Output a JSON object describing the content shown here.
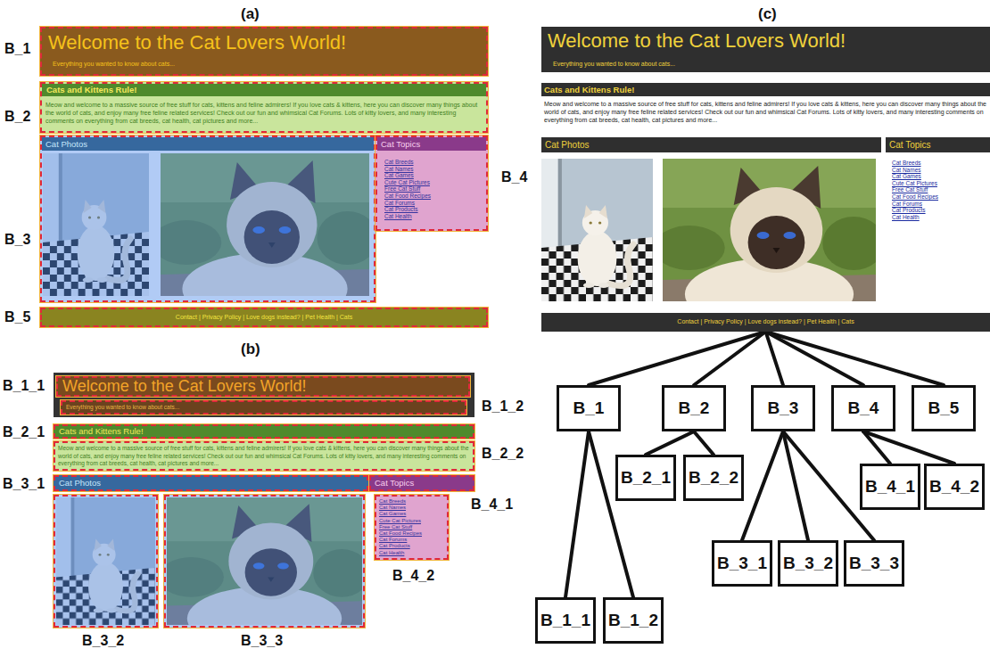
{
  "diagram": {
    "nodes": [
      {
        "text": [
          "B_1",
          "Welcome to the Cat Lovers World!",
          "Everything you wanted to know about cats..."
        ]
      },
      {
        "text": [
          "B_2",
          "Cats and Kittens Rule!",
          "Meow and welcome to a massive source of free stuff for cats, kittens and feline admirers! If you love cats & kittens, here you can discover many things about the world of cats, and enjoy many free feline related services! Check out our fun and whimsical Cat Forums. Lots of kitty lovers, and many interesting comments on everything from cat breeds, cat health, cat pictures and more..."
        ]
      },
      {
        "text": [
          "B_3",
          "Cat Photos"
        ]
      },
      {
        "text": [
          "B_4",
          "Cat Topics",
          "Cat Breeds",
          "Cat Names",
          "Cat Games",
          "Cute Cat Pictures",
          "Free Cat Stuff",
          "Cat Food Recipes",
          "Cat Forums",
          "Cat Products",
          "Cat Health"
        ]
      },
      {
        "text": [
          "B_5",
          "Contact | Privacy Policy | Love dogs instead? | Pet Health | Cats"
        ]
      },
      {
        "text": [
          "B_1_1",
          "Welcome to the Cat Lovers World!"
        ]
      },
      {
        "text": [
          "B_1_2",
          "Everything you wanted to know about cats..."
        ]
      },
      {
        "text": [
          "B_2_1",
          "Cats and Kittens Rule!"
        ]
      },
      {
        "text": [
          "B_2_2",
          "Meow and welcome to a massive source of free stuff for cats, kittens and feline admirers! If you love cats & kittens, here you can discover many things about the world of cats, and enjoy many free feline related services! Check out our fun and whimsical Cat Forums. Lots of kitty lovers, and many interesting comments on everything from cat breeds, cat health, cat pictures and more..."
        ]
      },
      {
        "text": [
          "B_3_1",
          "Cat Photos"
        ]
      },
      {
        "text": [
          "B_4_1",
          "Cat Topics"
        ]
      },
      {
        "text": [
          "B_3_2"
        ]
      },
      {
        "text": [
          "B_3_3"
        ]
      },
      {
        "text": [
          "B_4_2",
          "Cat Breeds",
          "Cat Names",
          "Cat Games",
          "Cute Cat Pictures",
          "Free Cat Stuff",
          "Cat Food Recipes",
          "Cat Forums",
          "Cat Products",
          "Cat Health"
        ]
      },
      {
        "text": [
          "Welcome to the Cat Lovers World!",
          "Everything you wanted to know about cats..."
        ]
      },
      {
        "text": [
          "Cats and Kittens Rule!"
        ]
      },
      {
        "text": [
          "Cat Photos"
        ]
      },
      {
        "text": [
          "Cat Topics"
        ]
      },
      {
        "text": [
          "Contact | Privacy Policy | Love dogs instead? | Pet Health | Cats"
        ]
      },
      {
        "text": [
          "B_1"
        ]
      },
      {
        "text": [
          "B_2"
        ]
      },
      {
        "text": [
          "B_3"
        ]
      },
      {
        "text": [
          "B_4"
        ]
      },
      {
        "text": [
          "B_5"
        ]
      },
      {
        "text": [
          "B_2_1"
        ]
      },
      {
        "text": [
          "B_2_2"
        ]
      },
      {
        "text": [
          "B_4_1"
        ]
      },
      {
        "text": [
          "B_4_2"
        ]
      },
      {
        "text": [
          "B_3_1"
        ]
      },
      {
        "text": [
          "B_3_2"
        ]
      },
      {
        "text": [
          "B_3_3"
        ]
      },
      {
        "text": [
          "B_1_1"
        ]
      },
      {
        "text": [
          "B_1_2"
        ]
      }
    ],
    "edges": [
      {
        "from": 18,
        "to": 19,
        "arrow": "none"
      },
      {
        "from": 18,
        "to": 20,
        "arrow": "none"
      },
      {
        "from": 18,
        "to": 21,
        "arrow": "none"
      },
      {
        "from": 18,
        "to": 22,
        "arrow": "none"
      },
      {
        "from": 18,
        "to": 23,
        "arrow": "none"
      },
      {
        "from": 19,
        "to": 31,
        "arrow": "none"
      },
      {
        "from": 19,
        "to": 32,
        "arrow": "none"
      },
      {
        "from": 20,
        "to": 24,
        "arrow": "none"
      },
      {
        "from": 20,
        "to": 25,
        "arrow": "none"
      },
      {
        "from": 21,
        "to": 28,
        "arrow": "none"
      },
      {
        "from": 21,
        "to": 29,
        "arrow": "none"
      },
      {
        "from": 21,
        "to": 30,
        "arrow": "none"
      },
      {
        "from": 22,
        "to": 26,
        "arrow": "none"
      },
      {
        "from": 22,
        "to": 27,
        "arrow": "none"
      }
    ],
    "labels": [
      "(a)",
      "(b)",
      "(c)",
      "Meow and welcome to a massive source of free stuff for cats, kittens and feline admirers! If you love cats & kittens, here you can discover many things about the world of cats, and enjoy many free feline related services! Check out our fun and whimsical Cat Forums. Lots of kitty lovers, and many interesting comments on everything from cat breeds, cat health, cat pictures and more...",
      "Cat Breeds",
      "Cat Names",
      "Cat Games",
      "Cute Cat Pictures",
      "Free Cat Stuff",
      "Cat Food Recipes",
      "Cat Forums",
      "Cat Products",
      "Cat Health"
    ]
  }
}
